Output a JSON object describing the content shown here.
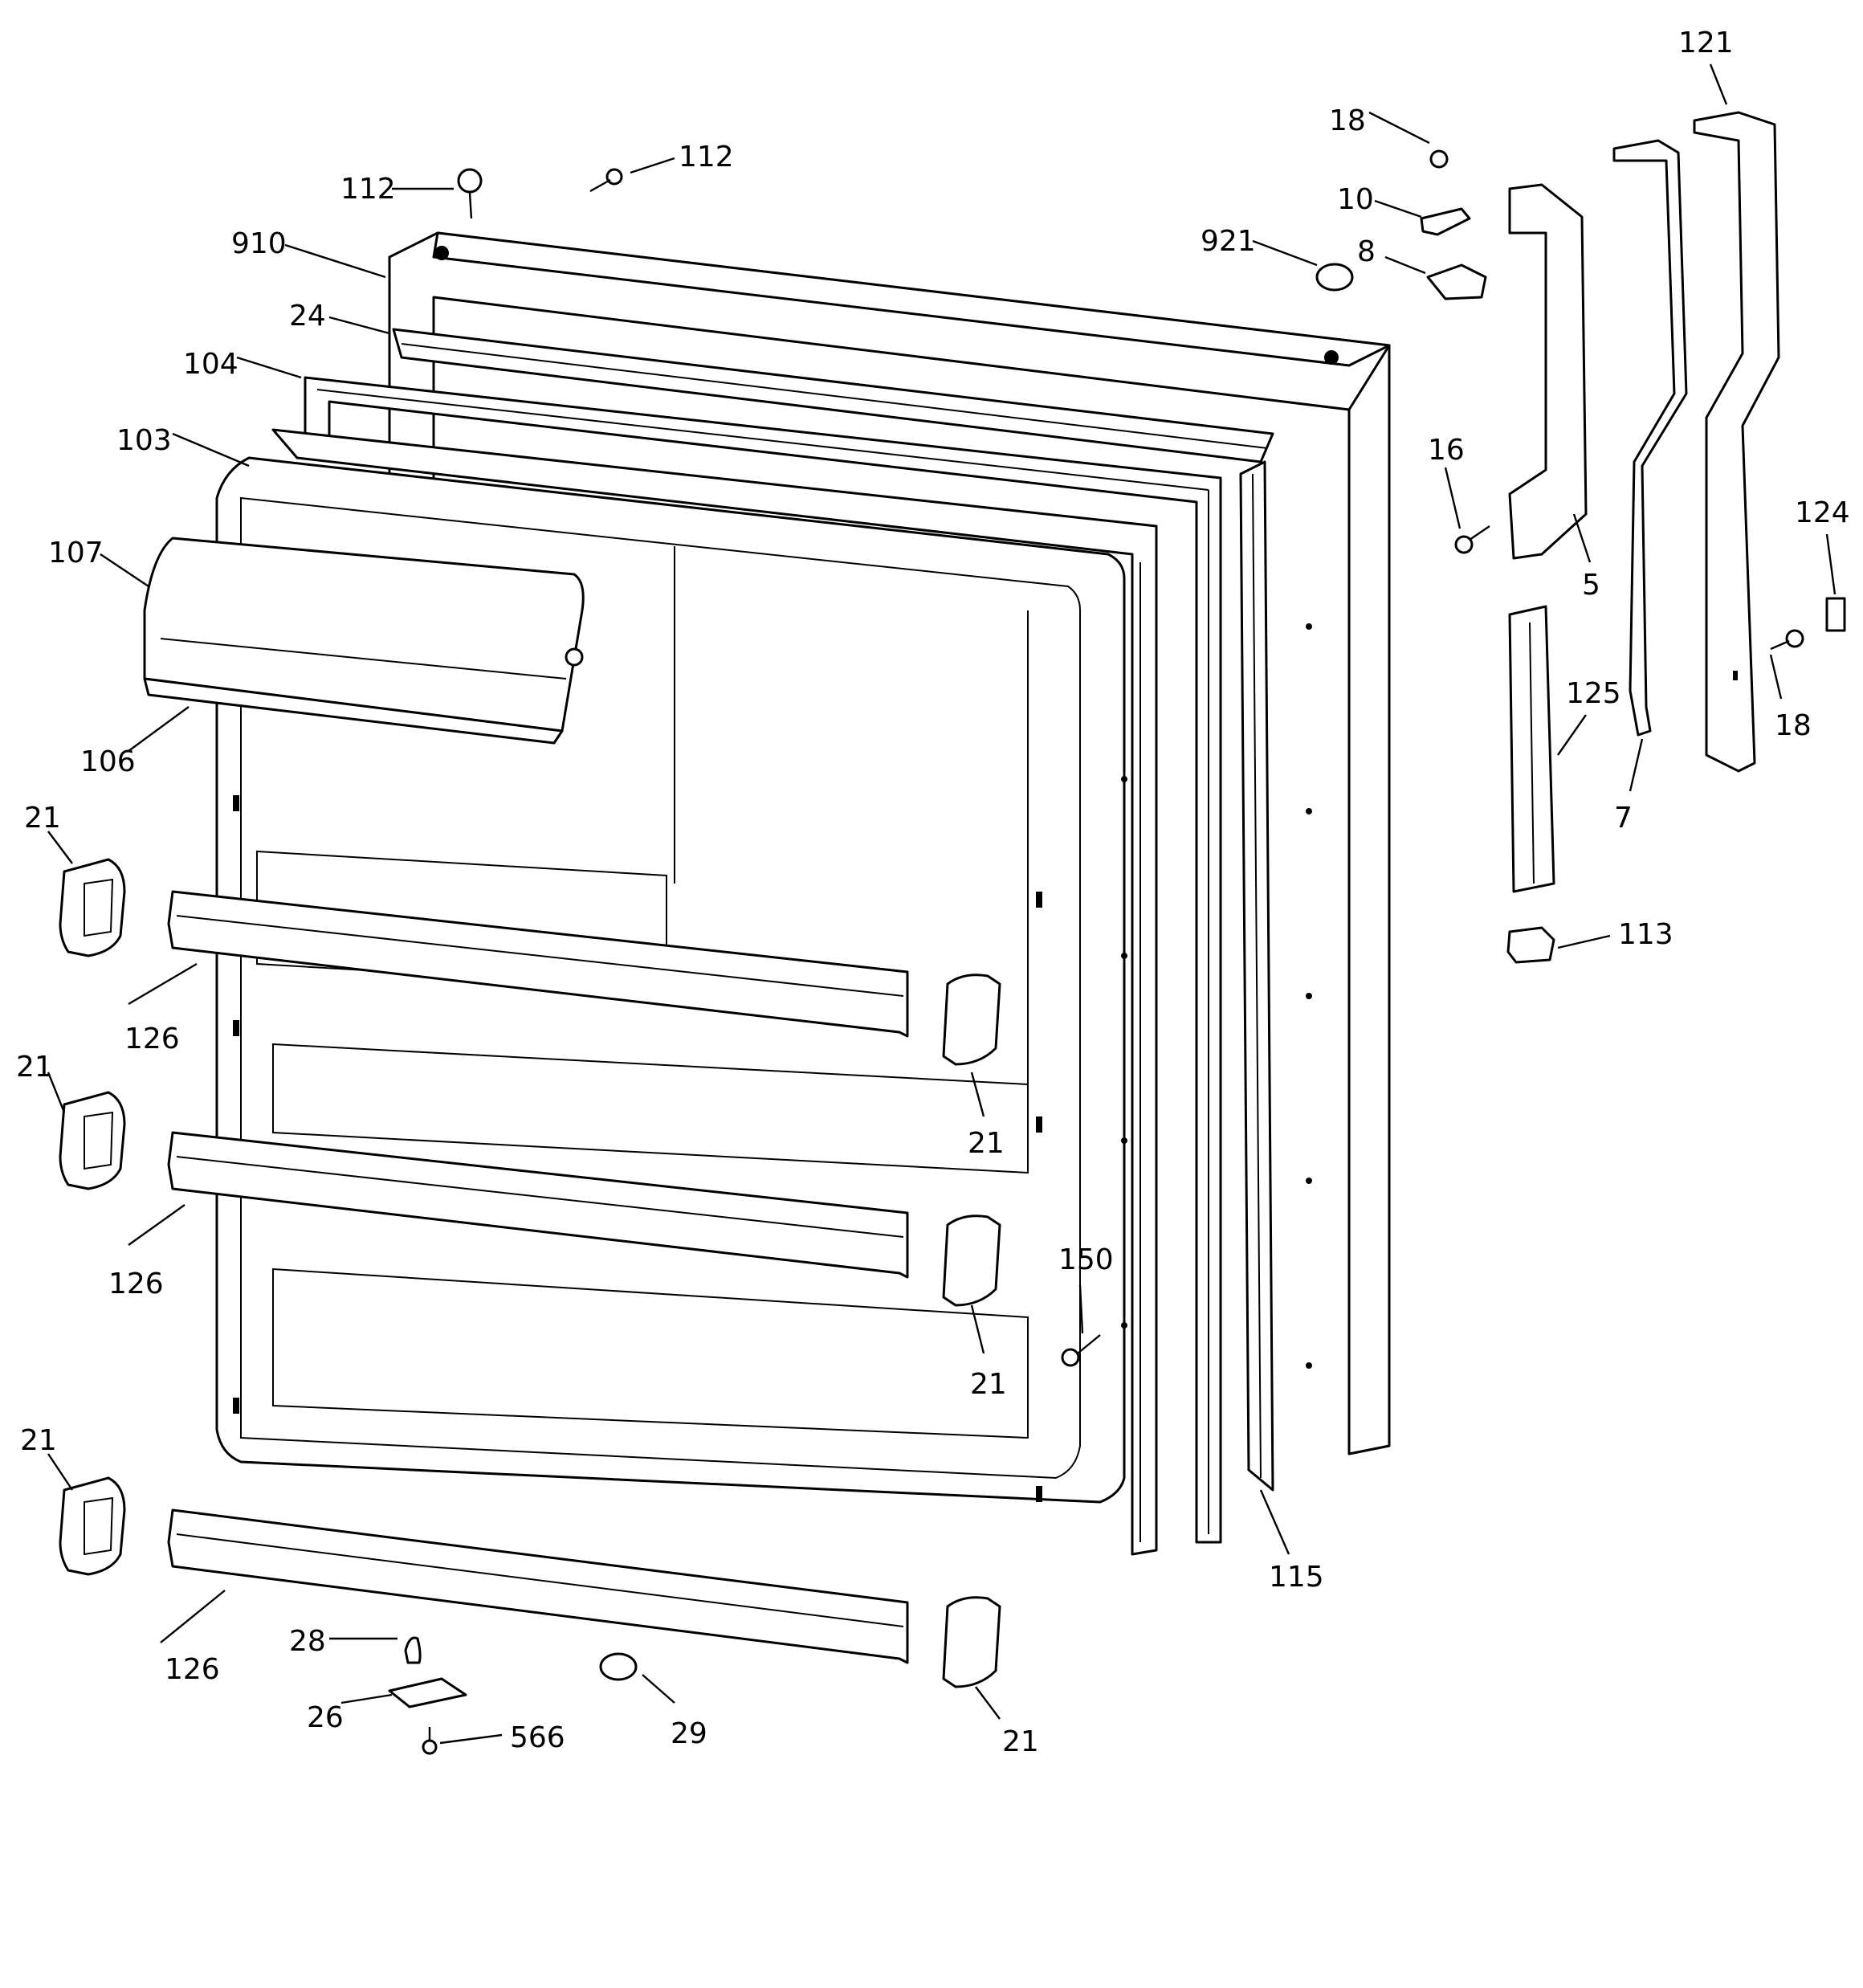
{
  "labels": {
    "l112a": "112",
    "l112b": "112",
    "l910": "910",
    "l24": "24",
    "l104": "104",
    "l103": "103",
    "l107": "107",
    "l106": "106",
    "l21a": "21",
    "l21b": "21",
    "l21c": "21",
    "l21d": "21",
    "l21e": "21",
    "l21f": "21",
    "l126a": "126",
    "l126b": "126",
    "l126c": "126",
    "l28": "28",
    "l26": "26",
    "l566": "566",
    "l29": "29",
    "l150": "150",
    "l115": "115",
    "l921": "921",
    "l18a": "18",
    "l10": "10",
    "l8": "8",
    "l16": "16",
    "l5": "5",
    "l121": "121",
    "l7": "7",
    "l124": "124",
    "l18b": "18",
    "l125": "125",
    "l113": "113"
  }
}
